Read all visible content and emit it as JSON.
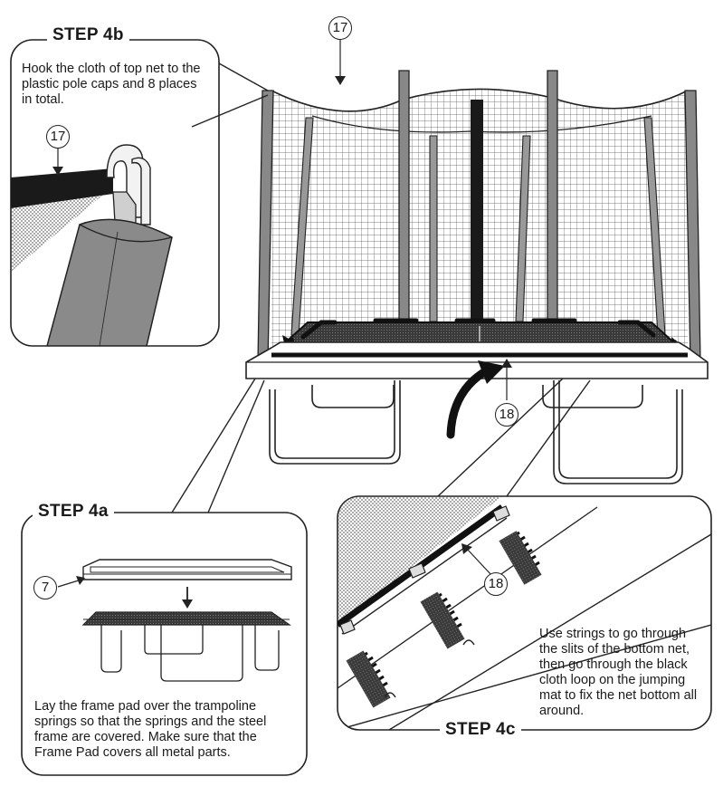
{
  "step4b": {
    "title": "STEP 4b",
    "text": "Hook the cloth of top net to the plastic pole caps and 8 places in total."
  },
  "step4a": {
    "title": "STEP 4a",
    "text": "Lay the frame pad over the trampoline springs so that the springs and the steel frame are covered. Make sure that the Frame Pad covers all metal parts."
  },
  "step4c": {
    "title": "STEP 4c",
    "text": "Use strings to go through the slits of the bottom net, then go through the black cloth loop on the jumping mat to fix the net bottom all around."
  },
  "callouts": {
    "top_net": "17",
    "top_net_detail": "17",
    "net_bottom": "18",
    "net_bottom_detail": "18",
    "frame_pad": "7"
  }
}
